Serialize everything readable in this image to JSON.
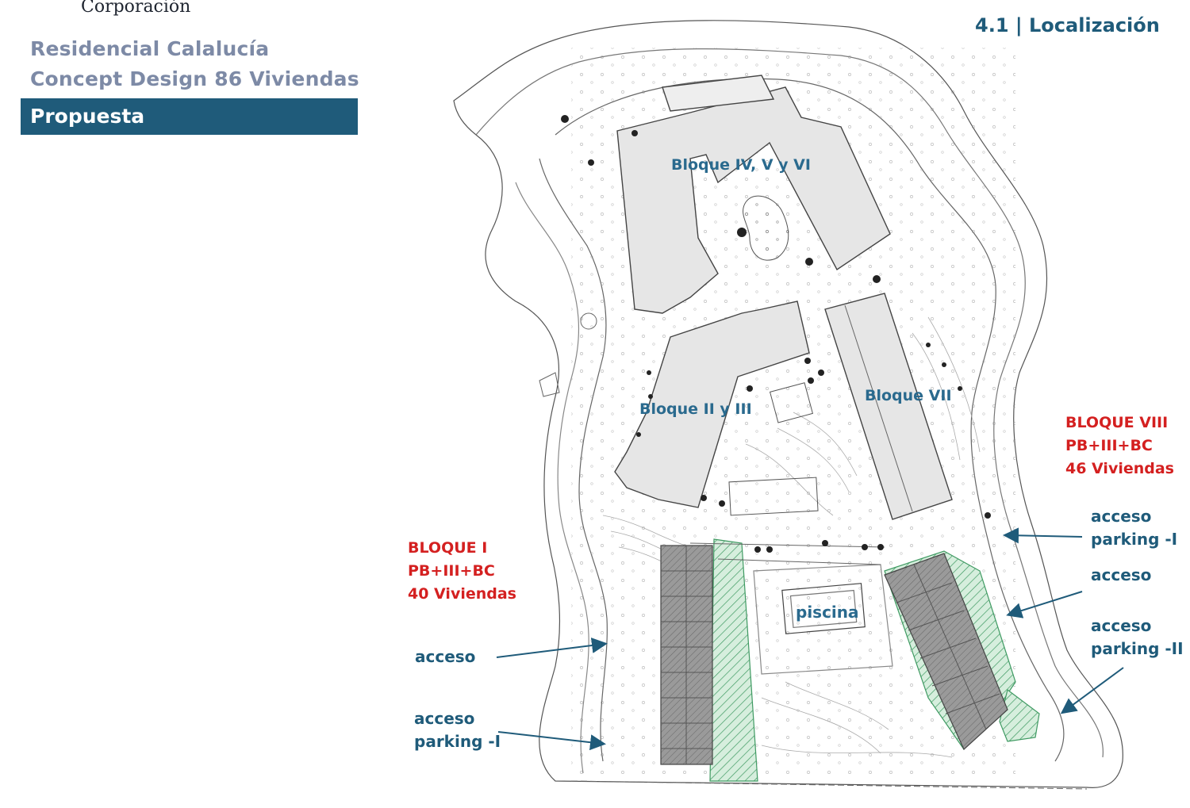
{
  "header": {
    "brand": "Corporación",
    "title_line1": "Residencial Calalucía",
    "title_line2": "Concept Design 86 Viviendas",
    "section_tag": "Propuesta",
    "page_title": "4.1 | Localización"
  },
  "plan": {
    "block_labels": {
      "bloque_iv_v_vi": "Bloque IV, V y VI",
      "bloque_ii_iii": "Bloque II y III",
      "bloque_vii": "Bloque VII",
      "piscina": "piscina"
    },
    "bloque_i": {
      "name": "BLOQUE I",
      "floors": "PB+III+BC",
      "units": "40 Viviendas"
    },
    "bloque_viii": {
      "name": "BLOQUE VIII",
      "floors": "PB+III+BC",
      "units": "46 Viviendas"
    },
    "access_left": {
      "acceso": "acceso",
      "parking_1": "acceso",
      "parking_2": "parking -I"
    },
    "access_right": {
      "parking_1a": "acceso",
      "parking_1b": "parking -I",
      "acceso": "acceso",
      "parking_2a": "acceso",
      "parking_2b": "parking -II"
    }
  },
  "colors": {
    "accent_blue": "#1f5b7a",
    "title_grey": "#7d8aa6",
    "highlight_red": "#d42020",
    "green_zone": "#cfe9d8",
    "building_grey": "#e6e6e6"
  }
}
